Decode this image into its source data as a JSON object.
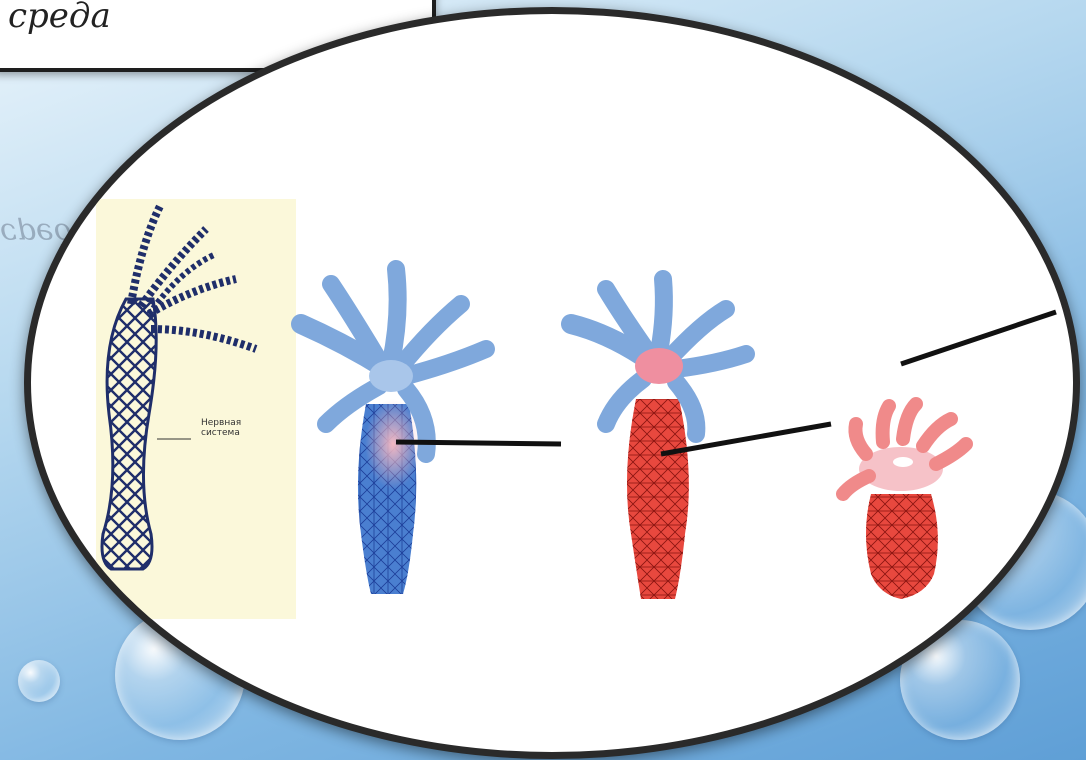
{
  "slide": {
    "heading_fragment": "среда",
    "mirror_fragment": "среда"
  },
  "diagram": {
    "nerve_label_line1": "Нервная",
    "nerve_label_line2": "система"
  },
  "colors": {
    "blue_hydra": "#3f6fc8",
    "red_hydra": "#e8483e",
    "navy_net": "#1f2e6a",
    "frame": "#2a2a2a"
  }
}
